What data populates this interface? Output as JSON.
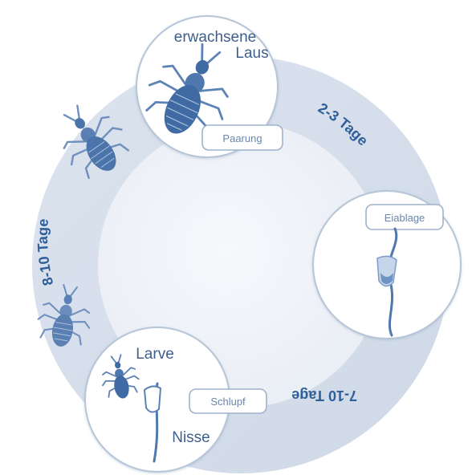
{
  "stages": {
    "adult": {
      "title_line1": "erwachsene",
      "title_line2": "Laus",
      "tag": "Paarung"
    },
    "egg": {
      "tag": "Eiablage"
    },
    "hatch": {
      "larva": "Larve",
      "nit": "Nisse",
      "tag": "Schlupf"
    }
  },
  "durations": {
    "mating_to_laying": "2-3 Tage",
    "laying_to_hatch": "7-10 Tage",
    "hatch_to_adult": "8-10 Tage"
  },
  "colors": {
    "ring": "#d9e1ed",
    "center": "#f1f4f8",
    "circle_border": "#b7c5d8",
    "ink": "#2f5e98",
    "text": "#3d5f8e",
    "tag_text": "#6a86ad"
  }
}
